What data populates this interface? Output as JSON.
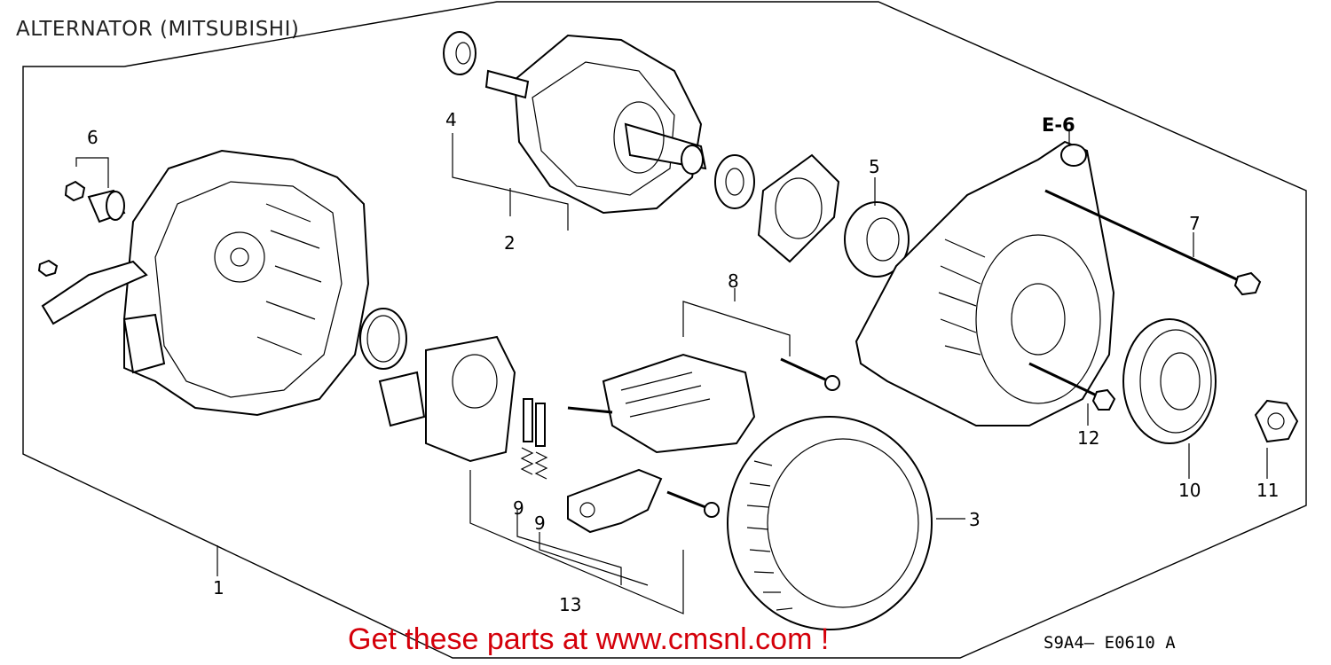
{
  "title": "ALTERNATOR (MITSUBISHI)",
  "reference": "E-6",
  "drawing_code": "S9A4— E0610 A",
  "footer_link": "Get these parts at www.cmsnl.com !",
  "colors": {
    "link": "#d4000a",
    "ink": "#000000"
  },
  "callouts": [
    {
      "id": "1",
      "label": "1"
    },
    {
      "id": "2",
      "label": "2"
    },
    {
      "id": "3",
      "label": "3"
    },
    {
      "id": "4",
      "label": "4"
    },
    {
      "id": "5",
      "label": "5"
    },
    {
      "id": "6",
      "label": "6"
    },
    {
      "id": "7",
      "label": "7"
    },
    {
      "id": "8",
      "label": "8"
    },
    {
      "id": "9a",
      "label": "9"
    },
    {
      "id": "9b",
      "label": "9"
    },
    {
      "id": "10",
      "label": "10"
    },
    {
      "id": "11",
      "label": "11"
    },
    {
      "id": "12",
      "label": "12"
    },
    {
      "id": "13",
      "label": "13"
    }
  ]
}
